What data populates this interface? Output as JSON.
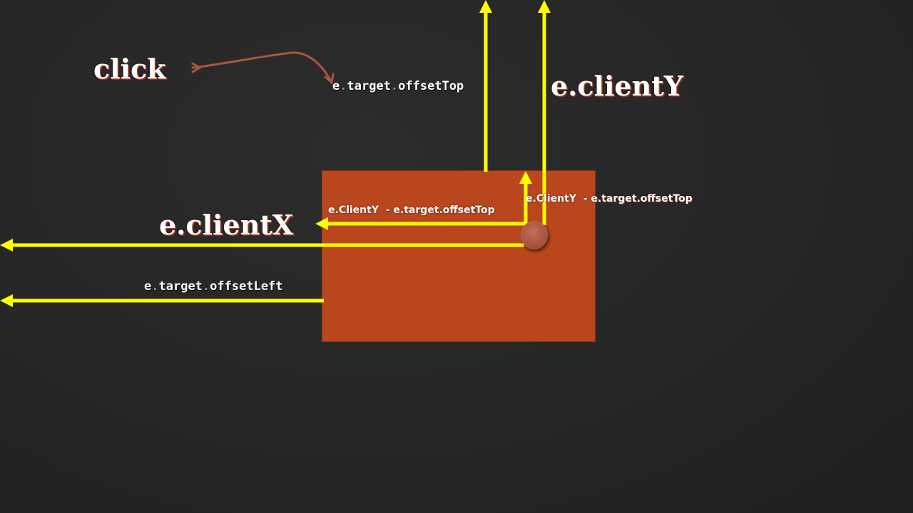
{
  "colors": {
    "background": "#262626",
    "target_box": "#b9461d",
    "arrow": "#ffff00",
    "click_marker": "#a9553f",
    "click_arrow": "#a9553f"
  },
  "labels": {
    "click": "click",
    "client_y": "e.clientY",
    "client_x": "e.clientX",
    "offset_top": {
      "obj": "e",
      "prop": "target",
      "member": "offsetTop"
    },
    "offset_left": {
      "obj": "e",
      "prop": "target",
      "member": "offsetLeft"
    },
    "inner_x_formula": "e.ClientY  - e.target.offsetTop",
    "inner_y_formula": "e.ClientY  - e.target.offsetTop"
  },
  "icons": {
    "click_marker": "click-point-icon",
    "arrows": "arrow-icon"
  }
}
